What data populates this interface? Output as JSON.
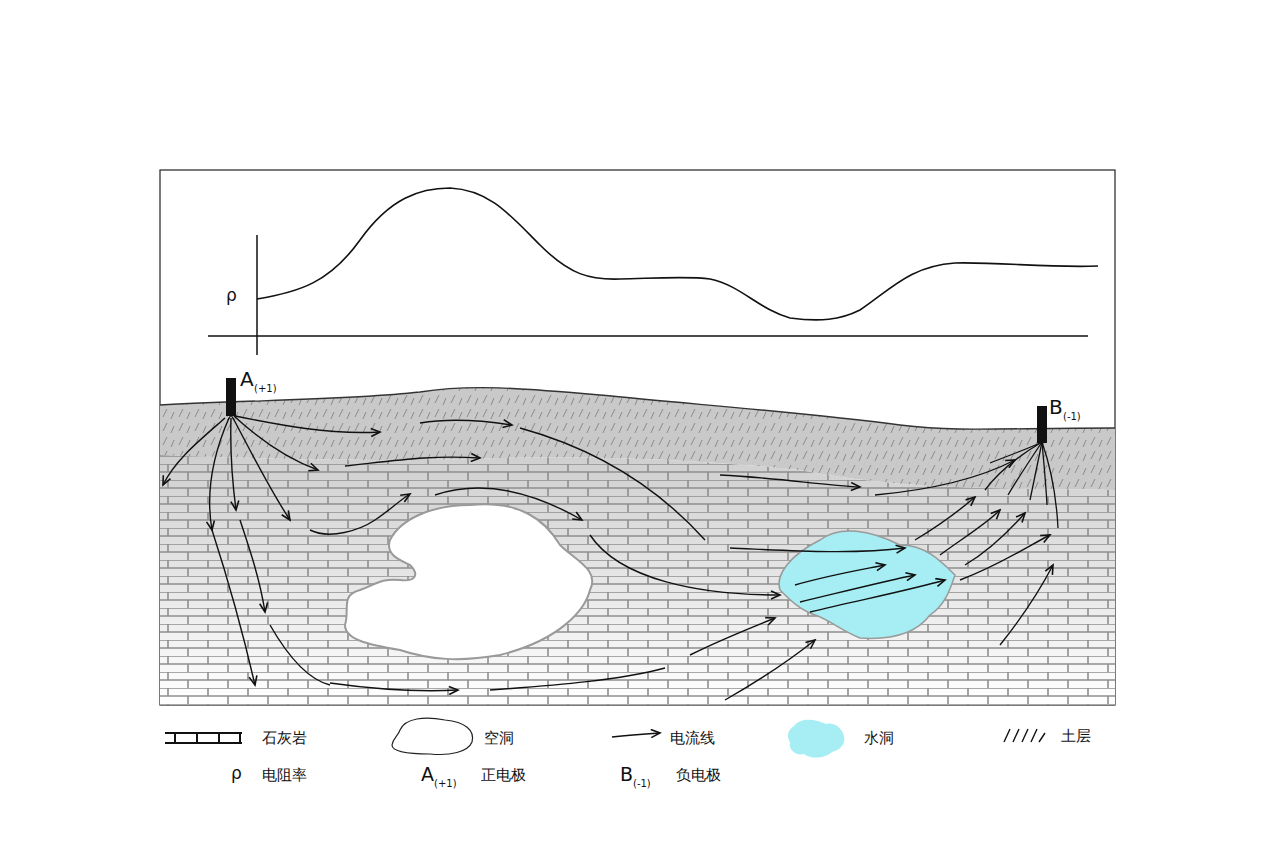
{
  "diagram": {
    "labels": [
      "ρ",
      "A",
      "(+1)",
      "B",
      "(-1)",
      "ρ",
      "A",
      "(+1)",
      "B",
      "(-1)"
    ],
    "legend": [
      {
        "text": "石灰岩"
      },
      {
        "text": "空洞"
      },
      {
        "text": "电流线"
      },
      {
        "text": "水洞",
        "color": "#a6eef4"
      },
      {
        "text": "土层"
      },
      {
        "text": "电阻率"
      },
      {
        "text": "正电极"
      },
      {
        "text": "负电极"
      }
    ]
  }
}
